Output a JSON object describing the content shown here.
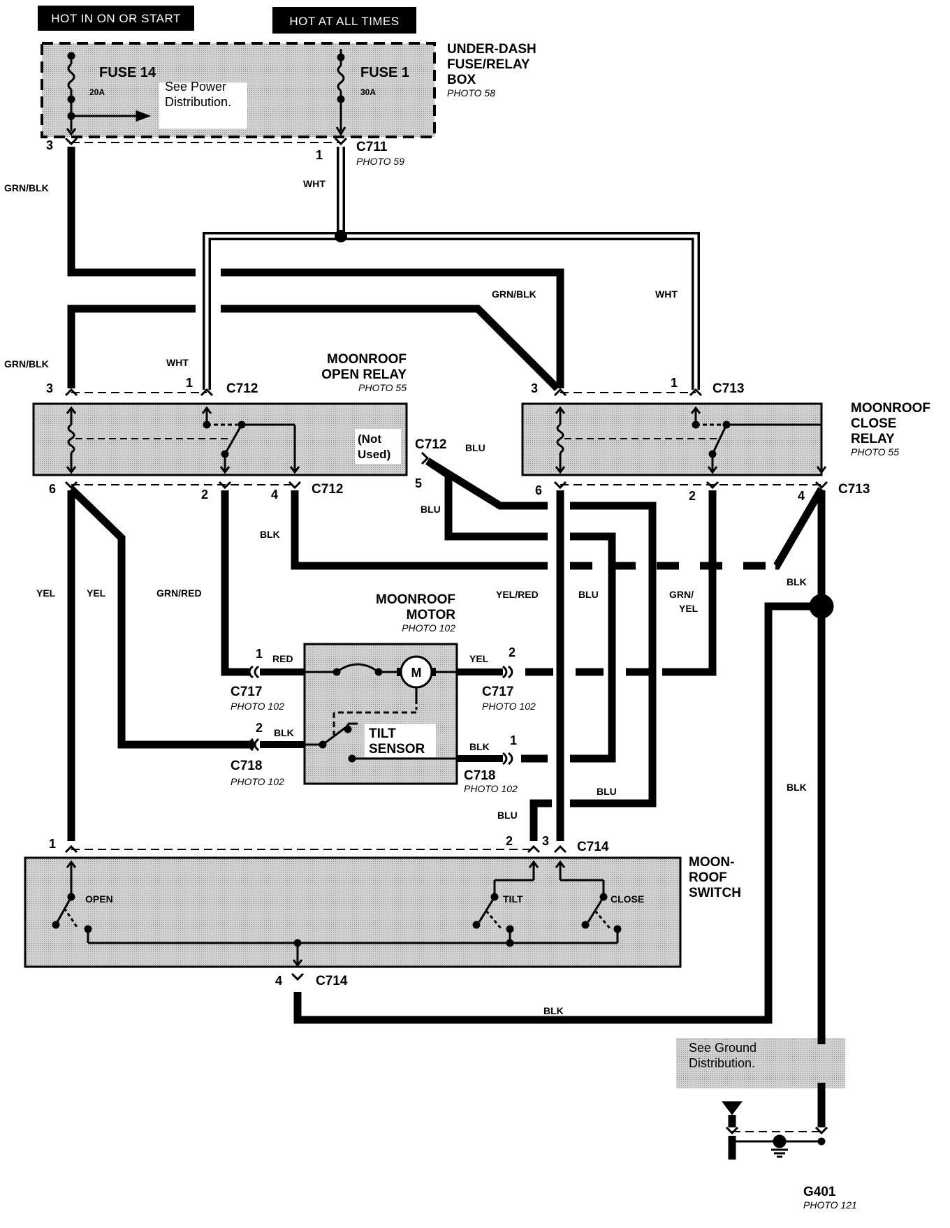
{
  "headers": {
    "hot_run": "HOT IN ON OR START",
    "hot_always": "HOT AT ALL TIMES"
  },
  "fuse_box": {
    "title_1": "UNDER-DASH",
    "title_2": "FUSE/RELAY",
    "title_3": "BOX",
    "photo": "PHOTO 58",
    "fuse14": "FUSE 14",
    "fuse14_rating": "20A",
    "fuse1": "FUSE 1",
    "fuse1_rating": "30A",
    "note_1": "See Power",
    "note_2": "Distribution."
  },
  "c711": {
    "name": "C711",
    "photo": "PHOTO 59"
  },
  "open_relay": {
    "title_1": "MOONROOF",
    "title_2": "OPEN RELAY",
    "photo": "PHOTO 55",
    "not_used_1": "(Not",
    "not_used_2": "Used)"
  },
  "close_relay": {
    "title_1": "MOONROOF",
    "title_2": "CLOSE",
    "title_3": "RELAY",
    "photo": "PHOTO 55"
  },
  "motor": {
    "title_1": "MOONROOF",
    "title_2": "MOTOR",
    "photo": "PHOTO 102",
    "symbol": "M",
    "tilt_1": "TILT",
    "tilt_2": "SENSOR"
  },
  "switch": {
    "title_1": "MOON-",
    "title_2": "ROOF",
    "title_3": "SWITCH",
    "open": "OPEN",
    "tilt": "TILT",
    "close": "CLOSE"
  },
  "connectors": {
    "c712": "C712",
    "c713": "C713",
    "c714": "C714",
    "c717": "C717",
    "c718": "C718",
    "photo102": "PHOTO 102"
  },
  "ground": {
    "name": "G401",
    "photo": "PHOTO 121",
    "note_1": "See Ground",
    "note_2": "Distribution."
  },
  "wires": {
    "grn_blk": "GRN/BLK",
    "wht": "WHT",
    "yel": "YEL",
    "grn_red": "GRN/RED",
    "blk": "BLK",
    "blu": "BLU",
    "yel_red": "YEL/RED",
    "grn_yel_1": "GRN/",
    "grn_yel_2": "YEL",
    "red": "RED"
  },
  "pins": {
    "p1": "1",
    "p2": "2",
    "p3": "3",
    "p4": "4",
    "p5": "5",
    "p6": "6"
  }
}
